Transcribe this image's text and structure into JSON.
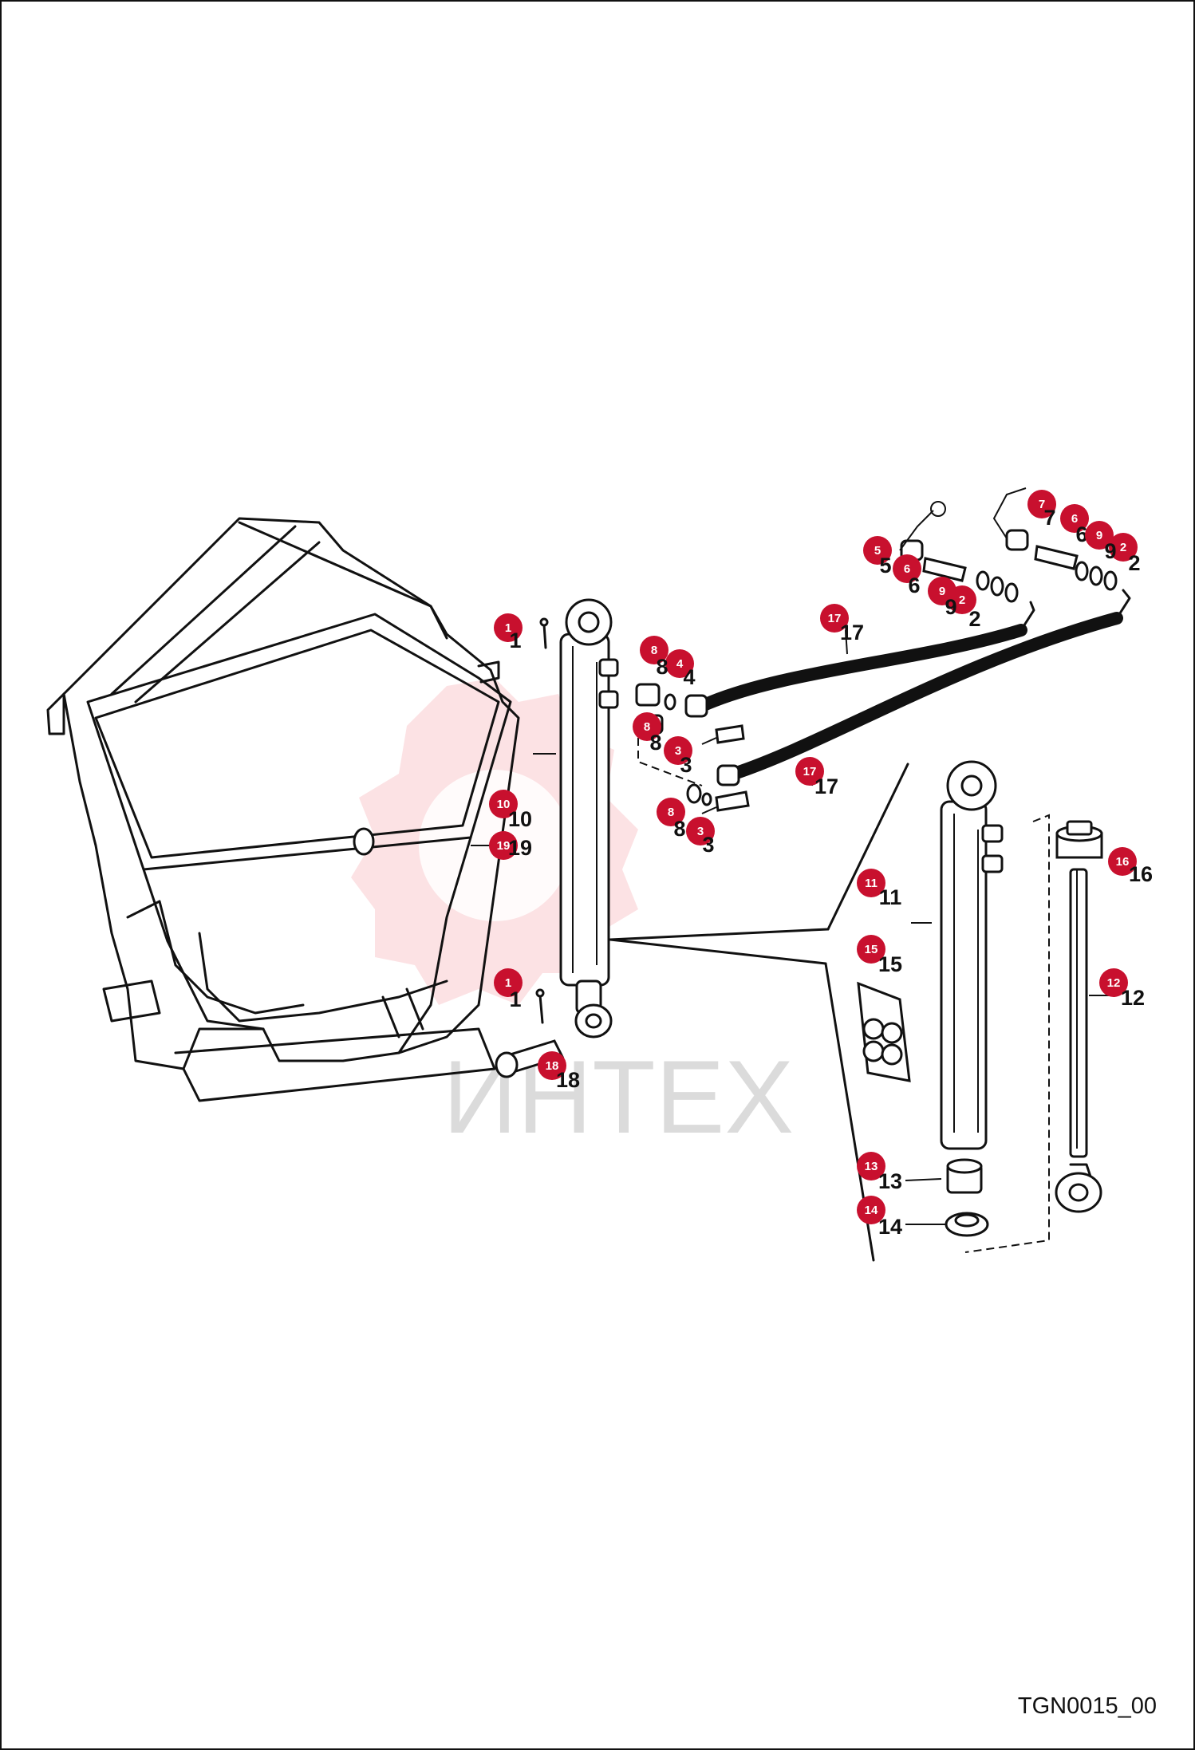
{
  "drawing_code": "TGN0015_00",
  "watermark": "ИНТЕХ",
  "colors": {
    "callout": "#c8102e",
    "line": "#111111",
    "watermark": "#e8141e"
  },
  "callouts": [
    {
      "id": "c1a",
      "badge": "1",
      "label": "1"
    },
    {
      "id": "c1b",
      "badge": "1",
      "label": "1"
    },
    {
      "id": "c2a",
      "badge": "2",
      "label": "2"
    },
    {
      "id": "c2b",
      "badge": "2",
      "label": "2"
    },
    {
      "id": "c3a",
      "badge": "3",
      "label": "3"
    },
    {
      "id": "c3b",
      "badge": "3",
      "label": "3"
    },
    {
      "id": "c4",
      "badge": "4",
      "label": "4"
    },
    {
      "id": "c5",
      "badge": "5",
      "label": "5"
    },
    {
      "id": "c6a",
      "badge": "6",
      "label": "6"
    },
    {
      "id": "c6b",
      "badge": "6",
      "label": "6"
    },
    {
      "id": "c7",
      "badge": "7",
      "label": "7"
    },
    {
      "id": "c8a",
      "badge": "8",
      "label": "8"
    },
    {
      "id": "c8b",
      "badge": "8",
      "label": "8"
    },
    {
      "id": "c8c",
      "badge": "8",
      "label": "8"
    },
    {
      "id": "c9a",
      "badge": "9",
      "label": "9"
    },
    {
      "id": "c9b",
      "badge": "9",
      "label": "9"
    },
    {
      "id": "c10",
      "badge": "10",
      "label": "10"
    },
    {
      "id": "c11",
      "badge": "11",
      "label": "11"
    },
    {
      "id": "c12",
      "badge": "12",
      "label": "12"
    },
    {
      "id": "c13",
      "badge": "13",
      "label": "13"
    },
    {
      "id": "c14",
      "badge": "14",
      "label": "14"
    },
    {
      "id": "c15",
      "badge": "15",
      "label": "15"
    },
    {
      "id": "c16",
      "badge": "16",
      "label": "16"
    },
    {
      "id": "c17a",
      "badge": "17",
      "label": "17"
    },
    {
      "id": "c17b",
      "badge": "17",
      "label": "17"
    },
    {
      "id": "c18",
      "badge": "18",
      "label": "18"
    },
    {
      "id": "c19",
      "badge": "19",
      "label": "19"
    }
  ]
}
